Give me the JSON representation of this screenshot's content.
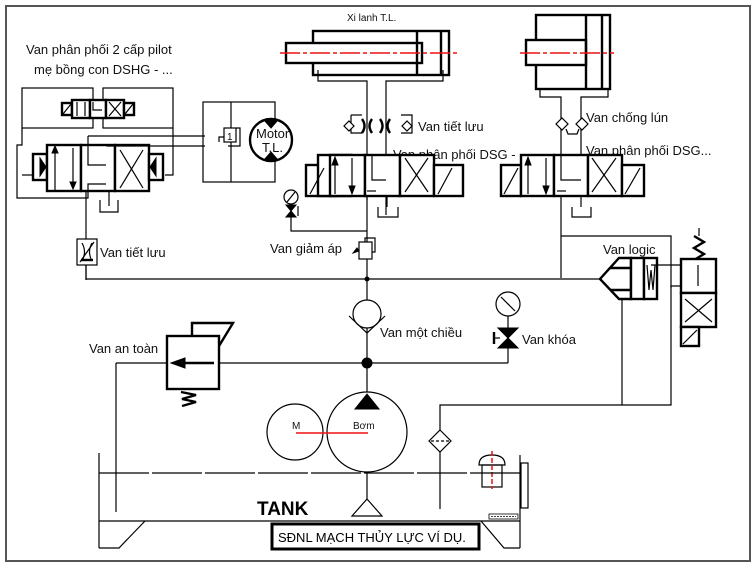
{
  "diagram": {
    "type": "hydraulic-circuit-schematic",
    "caption": "SĐNL MẠCH THỦY LỰC VÍ DỤ.",
    "tank_label": "TANK",
    "labels": {
      "pilot_valve_line1": "Van phân phối 2 cấp pilot",
      "pilot_valve_line2": "mẹ bồng con DSHG - ...",
      "cylinder_tl": "Xi lanh T.L.",
      "motor_line1": "Motor",
      "motor_line2": "T.L.",
      "throttle_valve_top": "Van tiết lưu",
      "directional_valve_dsg_1": "Van phân phối DSG - ...",
      "anti_sag_valve": "Van chống lún",
      "directional_valve_dsg_2": "Van phân phối DSG...",
      "throttle_valve_left": "Van tiết lưu",
      "pressure_reducing_valve": "Van giảm áp",
      "logic_valve": "Van logic",
      "check_valve": "Van một chiều",
      "shutoff_valve": "Van khóa",
      "safety_valve": "Van an toàn",
      "electric_motor": "M",
      "pump": "Bơm"
    },
    "components": [
      {
        "id": "pilot-directional-valve",
        "label_ref": "pilot_valve_line1"
      },
      {
        "id": "cylinder-tl",
        "label_ref": "cylinder_tl"
      },
      {
        "id": "cylinder-right"
      },
      {
        "id": "hydraulic-motor",
        "label_ref": "motor_line1"
      },
      {
        "id": "dsg-valve-1",
        "label_ref": "directional_valve_dsg_1"
      },
      {
        "id": "dsg-valve-2",
        "label_ref": "directional_valve_dsg_2"
      },
      {
        "id": "logic-valve",
        "label_ref": "logic_valve"
      },
      {
        "id": "check-valve",
        "label_ref": "check_valve"
      },
      {
        "id": "shutoff-valve",
        "label_ref": "shutoff_valve"
      },
      {
        "id": "safety-valve",
        "label_ref": "safety_valve"
      },
      {
        "id": "pump",
        "label_ref": "pump"
      },
      {
        "id": "electric-motor",
        "label_ref": "electric_motor"
      },
      {
        "id": "filter"
      },
      {
        "id": "breather"
      },
      {
        "id": "tank",
        "label_ref": "tank_label"
      }
    ],
    "colors": {
      "line": "#000000",
      "centerline": "#e11111",
      "border": "#555555"
    }
  }
}
